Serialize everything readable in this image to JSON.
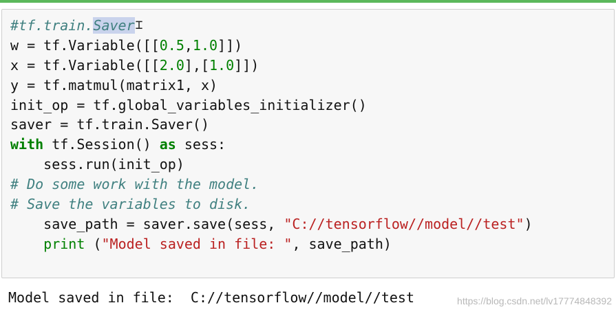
{
  "code_cell": {
    "lines": [
      {
        "tokens": [
          {
            "t": "cm",
            "v": "#tf.train."
          },
          {
            "t": "cm sel",
            "v": "Saver"
          }
        ]
      },
      {
        "tokens": [
          {
            "t": "",
            "v": "w = tf.Variable([["
          },
          {
            "t": "num",
            "v": "0.5"
          },
          {
            "t": "",
            "v": ","
          },
          {
            "t": "num",
            "v": "1.0"
          },
          {
            "t": "",
            "v": "]])"
          }
        ]
      },
      {
        "tokens": [
          {
            "t": "",
            "v": "x = tf.Variable([["
          },
          {
            "t": "num",
            "v": "2.0"
          },
          {
            "t": "",
            "v": "],["
          },
          {
            "t": "num",
            "v": "1.0"
          },
          {
            "t": "",
            "v": "]])"
          }
        ]
      },
      {
        "tokens": [
          {
            "t": "",
            "v": "y = tf.matmul(matrix1, x)"
          }
        ]
      },
      {
        "tokens": [
          {
            "t": "",
            "v": "init_op = tf.global_variables_initializer()"
          }
        ]
      },
      {
        "tokens": [
          {
            "t": "",
            "v": "saver = tf.train.Saver()"
          }
        ]
      },
      {
        "tokens": [
          {
            "t": "kw",
            "v": "with"
          },
          {
            "t": "",
            "v": " tf.Session() "
          },
          {
            "t": "kw",
            "v": "as"
          },
          {
            "t": "",
            "v": " sess:"
          }
        ]
      },
      {
        "tokens": [
          {
            "t": "",
            "v": "    sess.run(init_op)"
          }
        ]
      },
      {
        "tokens": [
          {
            "t": "cm",
            "v": "# Do some work with the model."
          }
        ]
      },
      {
        "tokens": [
          {
            "t": "cm",
            "v": "# Save the variables to disk."
          }
        ]
      },
      {
        "tokens": [
          {
            "t": "",
            "v": "    save_path = saver.save(sess, "
          },
          {
            "t": "str",
            "v": "\"C://tensorflow//model//test\""
          },
          {
            "t": "",
            "v": ")"
          }
        ]
      },
      {
        "tokens": [
          {
            "t": "",
            "v": "    "
          },
          {
            "t": "bi",
            "v": "print"
          },
          {
            "t": "",
            "v": " ("
          },
          {
            "t": "str",
            "v": "\"Model saved in file: \""
          },
          {
            "t": "",
            "v": ", save_path)"
          }
        ]
      }
    ]
  },
  "output": {
    "text": "Model saved in file:  C://tensorflow//model//test"
  },
  "watermark": {
    "text": "https://blog.csdn.net/lv17774848392"
  },
  "colors": {
    "cell_border_active": "#5cb85c",
    "cell_background": "#f7f7f7",
    "comment": "#408080",
    "keyword": "#008000",
    "number": "#008000",
    "string": "#ba2121",
    "selection": "#c9d3ec"
  },
  "icons": {
    "text_cursor": "text-cursor-icon"
  }
}
